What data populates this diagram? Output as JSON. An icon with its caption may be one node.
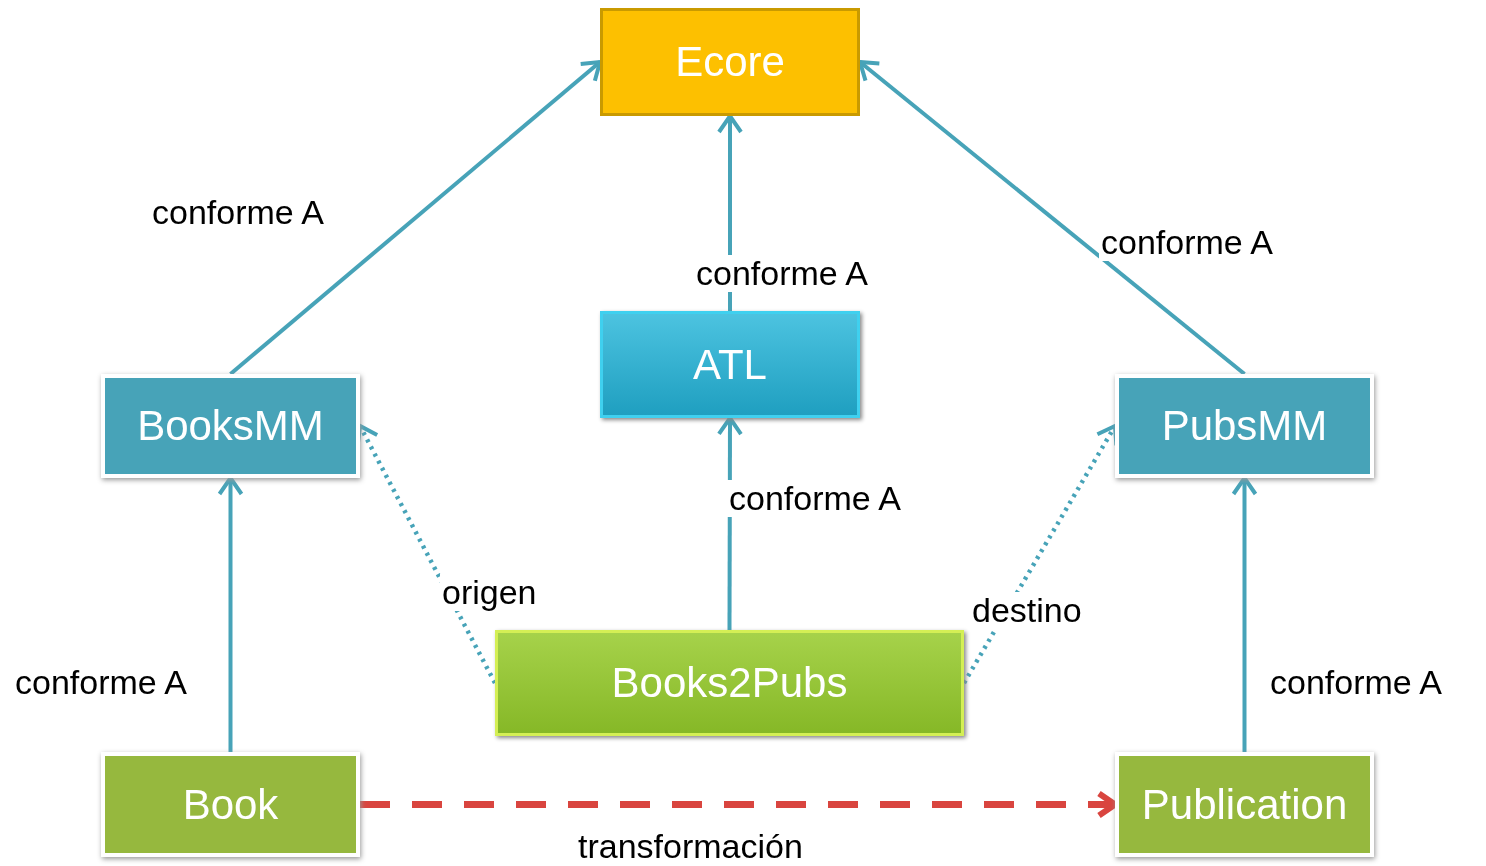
{
  "diagram": {
    "nodes": [
      {
        "text": [
          "Ecore"
        ]
      },
      {
        "text": [
          "ATL"
        ]
      },
      {
        "text": [
          "BooksMM"
        ]
      },
      {
        "text": [
          "PubsMM"
        ]
      },
      {
        "text": [
          "Books2Pubs"
        ]
      },
      {
        "text": [
          "Book"
        ]
      },
      {
        "text": [
          "Publication"
        ]
      }
    ],
    "edges": [
      {
        "from": 2,
        "to": 0,
        "arrow": "to",
        "label": "conforme A"
      },
      {
        "from": 1,
        "to": 0,
        "arrow": "to",
        "label": "conforme A"
      },
      {
        "from": 3,
        "to": 0,
        "arrow": "to",
        "label": "conforme A"
      },
      {
        "from": 5,
        "to": 2,
        "arrow": "to",
        "label": "conforme A"
      },
      {
        "from": 4,
        "to": 1,
        "arrow": "to",
        "label": "conforme A"
      },
      {
        "from": 6,
        "to": 3,
        "arrow": "to",
        "label": "conforme A"
      },
      {
        "from": 4,
        "to": 2,
        "arrow": "to",
        "label": "origen",
        "style": "dashed"
      },
      {
        "from": 4,
        "to": 3,
        "arrow": "to",
        "label": "destino",
        "style": "dashed"
      },
      {
        "from": 5,
        "to": 6,
        "arrow": "to",
        "label": "transformación",
        "style": "dashed",
        "color": "#d9453f"
      }
    ]
  }
}
